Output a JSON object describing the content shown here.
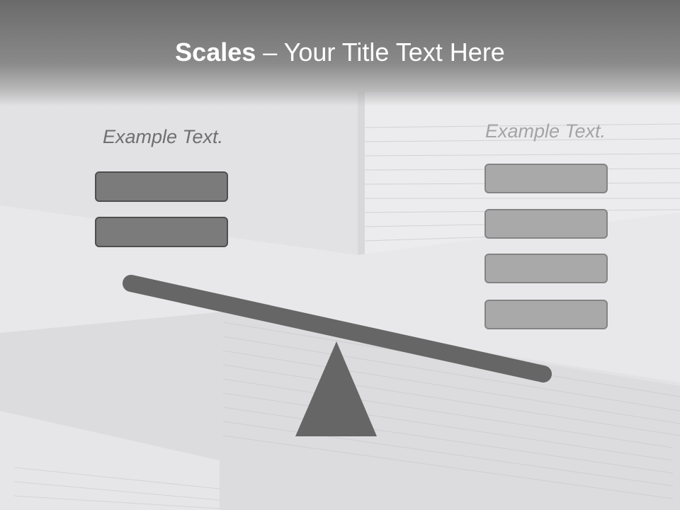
{
  "slide": {
    "title_bold": "Scales",
    "title_rest": " – Your Title Text Here",
    "left_label": "Example Text.",
    "right_label": "Example Text.",
    "left_box_count": 2,
    "right_box_count": 4
  },
  "colors": {
    "title_band": "#7a7a7a",
    "title_text": "#ffffff",
    "left_label": "#6f6f6f",
    "right_label": "#a4a4a4",
    "left_box_fill": "#7b7b7b",
    "right_box_fill": "#a9a9a9",
    "seesaw": "#666666"
  }
}
